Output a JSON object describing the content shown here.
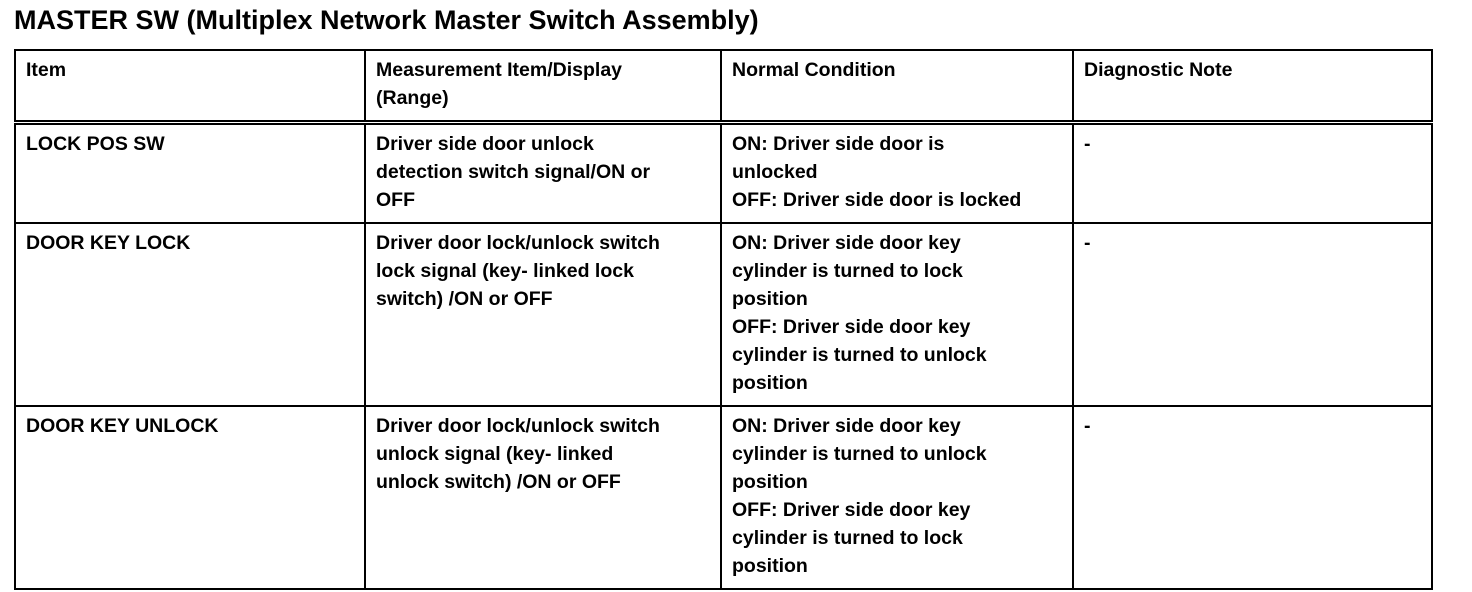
{
  "document": {
    "title": "MASTER SW (Multiplex Network Master Switch Assembly)"
  },
  "table": {
    "headers": {
      "item": "Item",
      "measurement_line1": "Measurement Item/Display",
      "measurement_line2": "(Range)",
      "normal": "Normal Condition",
      "note": "Diagnostic Note"
    },
    "rows": [
      {
        "item": "LOCK POS SW",
        "measurement": [
          "Driver side door unlock",
          "detection switch signal/ON or",
          "OFF"
        ],
        "normal": [
          "ON: Driver side door is",
          "unlocked",
          "OFF: Driver side door is locked"
        ],
        "note": "-"
      },
      {
        "item": "DOOR KEY LOCK",
        "measurement": [
          "Driver door lock/unlock switch",
          "lock signal (key- linked lock",
          "switch) /ON or OFF"
        ],
        "normal": [
          "ON: Driver side door key",
          "cylinder is turned to lock",
          "position",
          "OFF: Driver side door key",
          "cylinder is turned to unlock",
          "position"
        ],
        "note": "-"
      },
      {
        "item": "DOOR KEY UNLOCK",
        "measurement": [
          "Driver door lock/unlock switch",
          "unlock signal (key- linked",
          "unlock switch) /ON or OFF"
        ],
        "normal": [
          "ON: Driver side door key",
          "cylinder is turned to unlock",
          "position",
          "OFF: Driver side door key",
          "cylinder is turned to lock",
          "position"
        ],
        "note": "-"
      }
    ]
  }
}
